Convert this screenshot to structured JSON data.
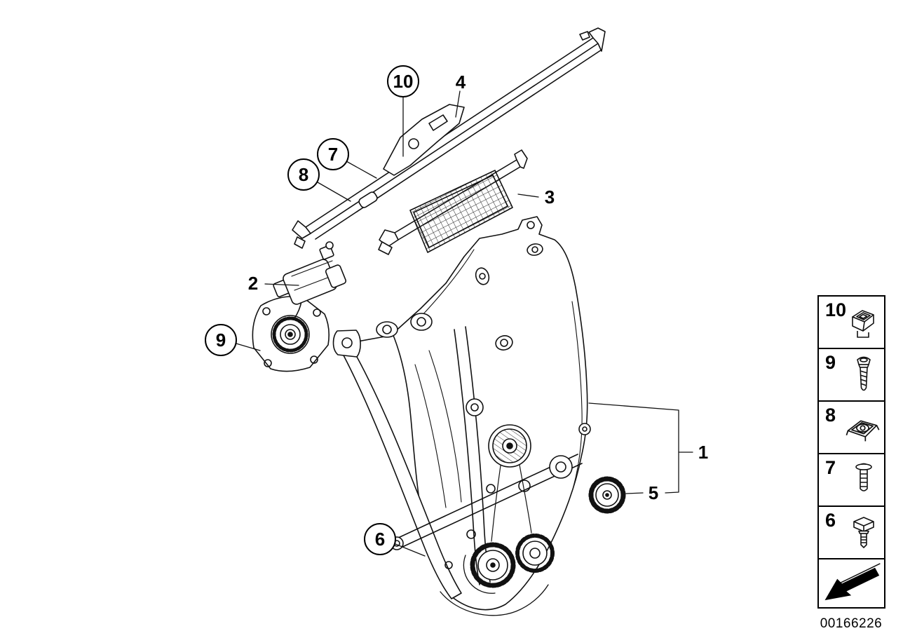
{
  "part_number": "00166226",
  "colors": {
    "line": "#000000",
    "background": "#ffffff"
  },
  "callouts": [
    {
      "id": "10",
      "style": "circled"
    },
    {
      "id": "4",
      "style": "plain"
    },
    {
      "id": "7",
      "style": "circled"
    },
    {
      "id": "8",
      "style": "circled"
    },
    {
      "id": "3",
      "style": "plain"
    },
    {
      "id": "2",
      "style": "plain"
    },
    {
      "id": "9",
      "style": "circled"
    },
    {
      "id": "1",
      "style": "plain"
    },
    {
      "id": "5",
      "style": "plain"
    },
    {
      "id": "6",
      "style": "circled"
    }
  ],
  "legend": {
    "items": [
      {
        "number": "10",
        "icon": "clip-nut-housing-icon"
      },
      {
        "number": "9",
        "icon": "screw-icon"
      },
      {
        "number": "8",
        "icon": "speed-nut-icon"
      },
      {
        "number": "7",
        "icon": "flange-screw-icon"
      },
      {
        "number": "6",
        "icon": "hex-bolt-icon"
      }
    ],
    "direction_arrow": "lower-left"
  }
}
